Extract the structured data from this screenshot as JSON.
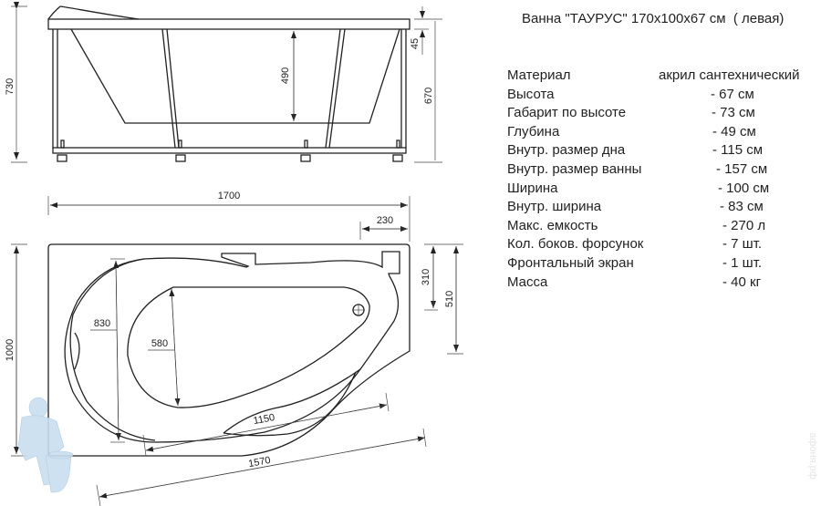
{
  "title": "Ванна \"ТАУРУС\" 170x100x67 см  ( левая)",
  "specs": [
    {
      "label": "Материал",
      "value": "акрил сантехнический"
    },
    {
      "label": "Высота",
      "value": "- 67 см"
    },
    {
      "label": "Габарит по высоте",
      "value": "- 73 см"
    },
    {
      "label": "Глубина",
      "value": "- 49 см"
    },
    {
      "label": "Внутр. размер дна",
      "value": "- 115 см"
    },
    {
      "label": "Внутр. размер ванны",
      "value": "- 157 см"
    },
    {
      "label": "Ширина",
      "value": "- 100 см"
    },
    {
      "label": "Внутр. ширина",
      "value": "- 83 см"
    },
    {
      "label": "Макс. емкость",
      "value": "- 270 л"
    },
    {
      "label": "Кол. боков. форсунок",
      "value": "- 7 шт."
    },
    {
      "label": "Фронтальный экран",
      "value": "- 1 шт."
    },
    {
      "label": "Масса",
      "value": "- 40 кг"
    }
  ],
  "side_view": {
    "dims": {
      "total_height": "730",
      "depth": "490",
      "rim": "45",
      "height": "670"
    }
  },
  "top_view": {
    "dims": {
      "length": "1700",
      "corner": "230",
      "width": "1000",
      "right_short": "310",
      "right_long": "510",
      "inner_width": "830",
      "bottom_width": "580",
      "bottom_length": "1150",
      "inner_length": "1570"
    }
  },
  "watermark": "афоня.рф",
  "colors": {
    "line": "#222222",
    "mascot": "#bcd8ef"
  }
}
